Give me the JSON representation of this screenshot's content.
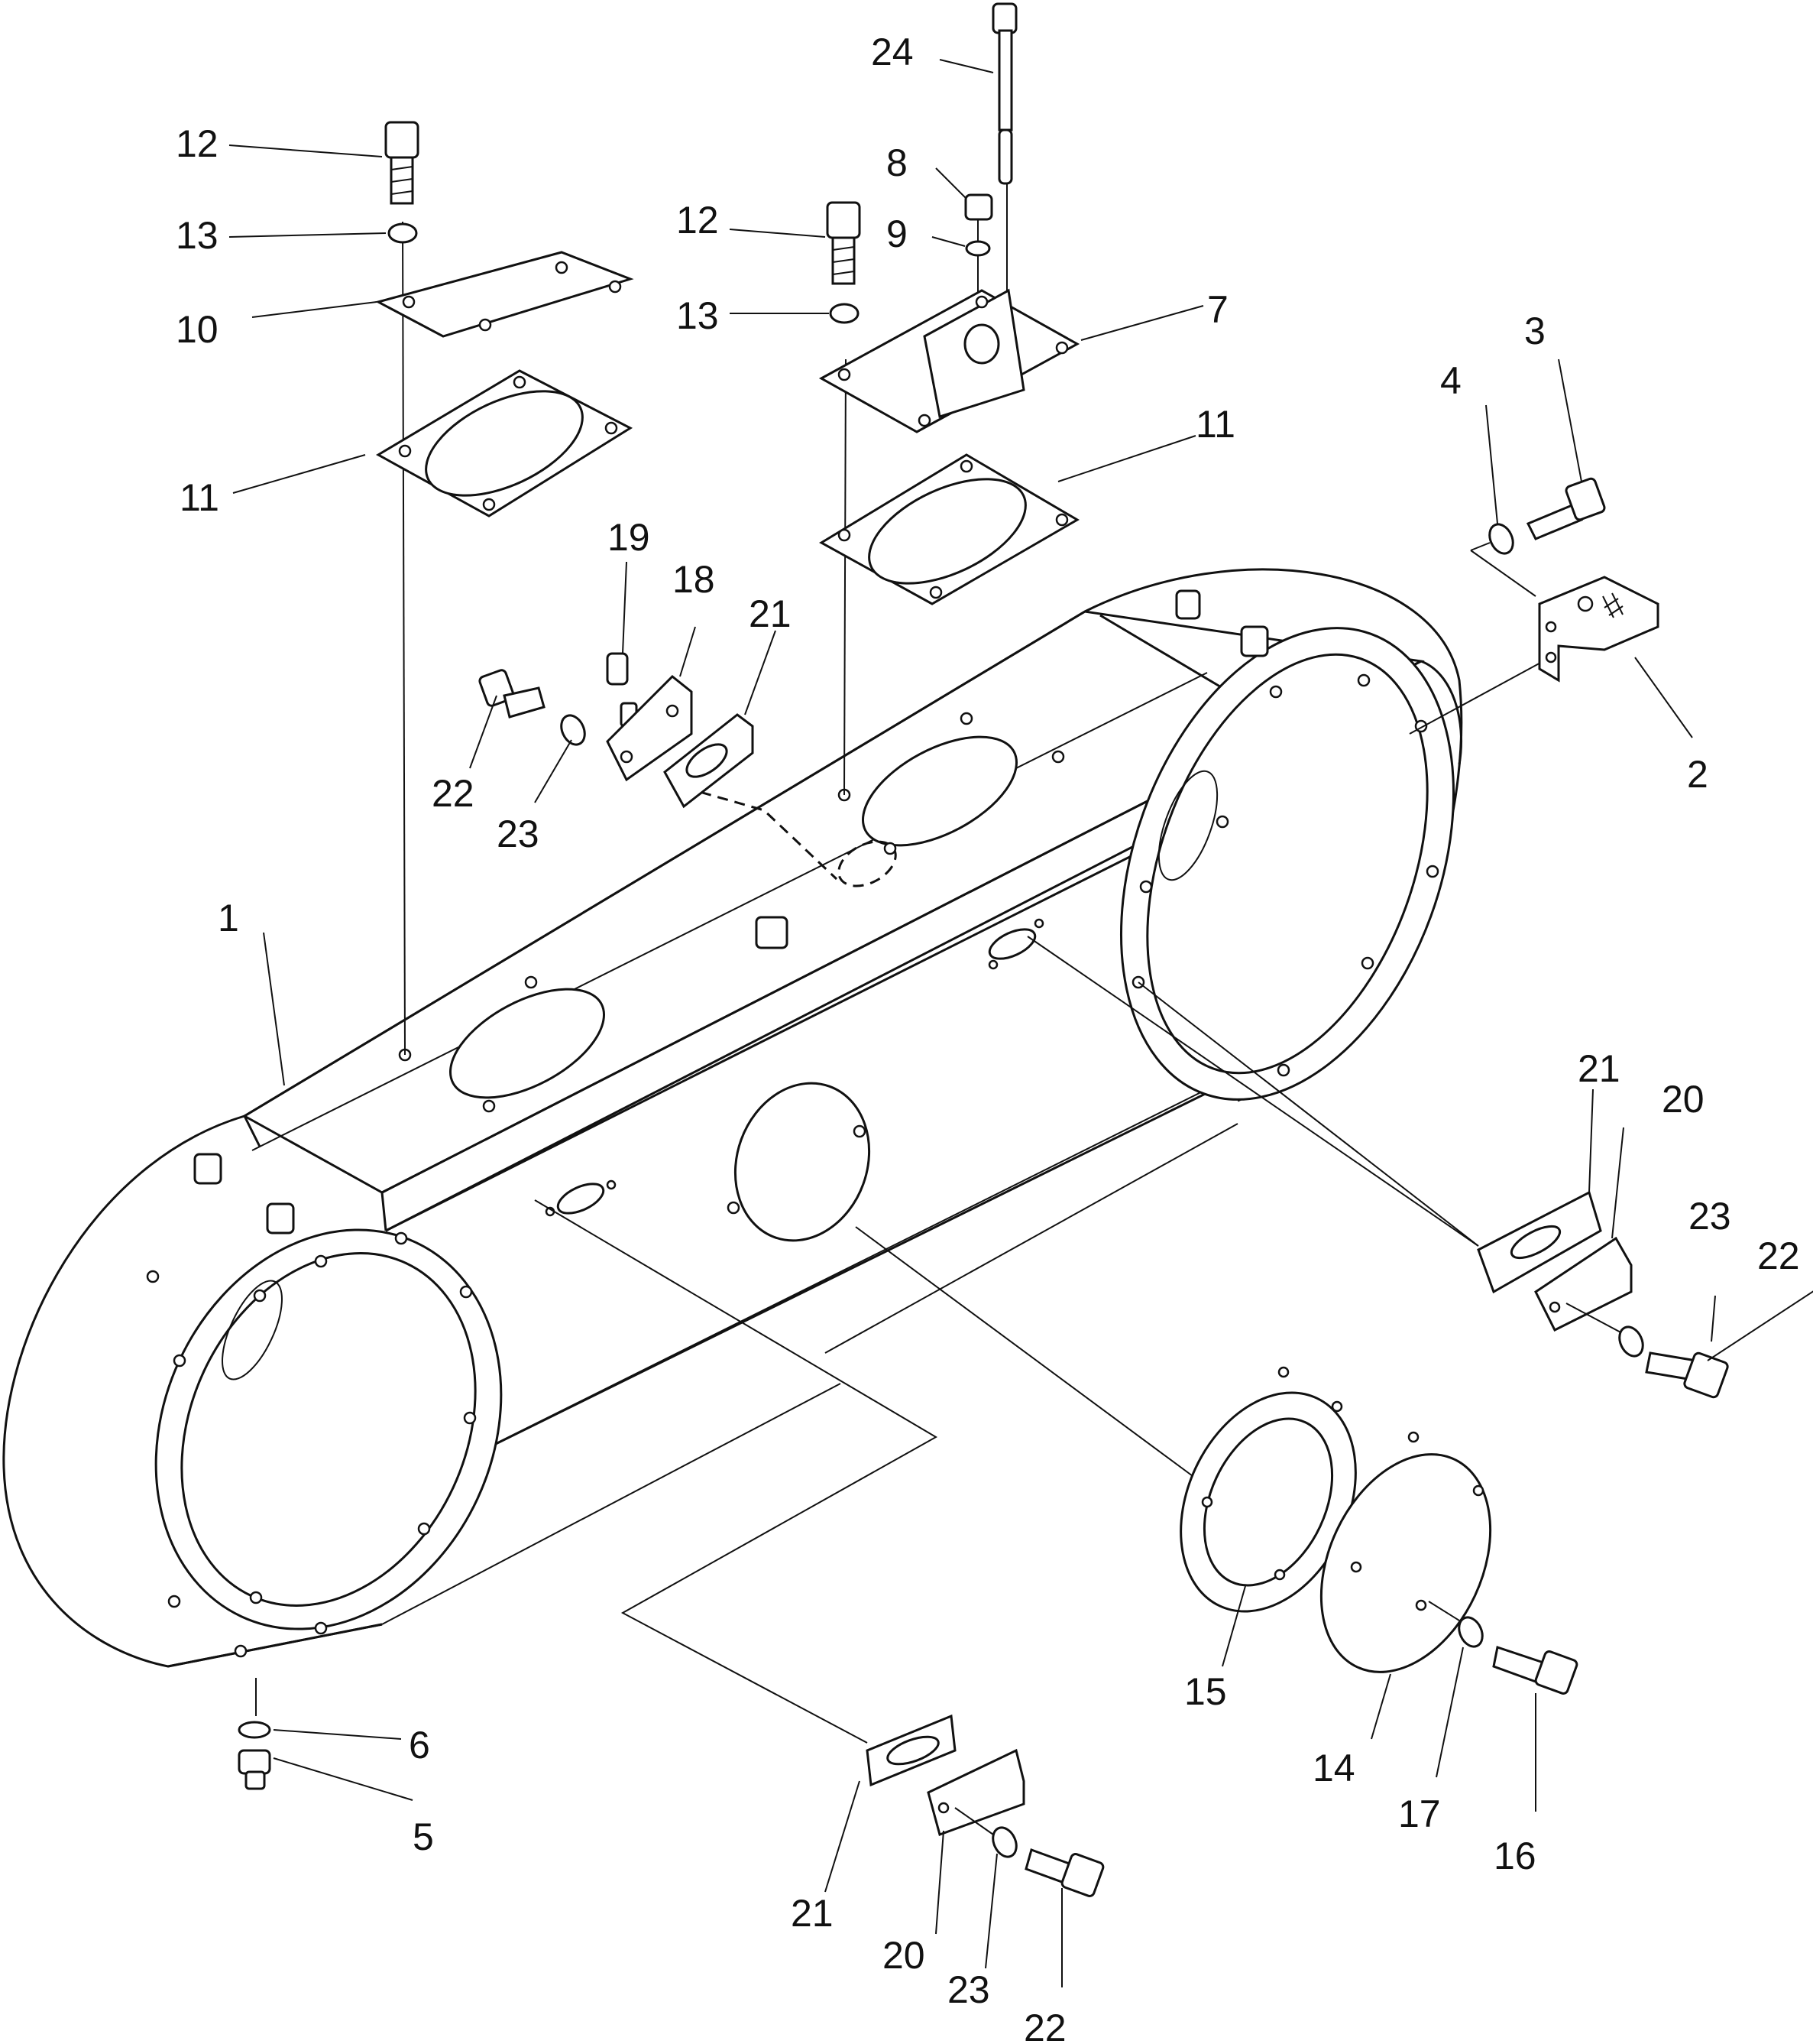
{
  "labels": {
    "l1": "1",
    "l2": "2",
    "l3": "3",
    "l4": "4",
    "l5": "5",
    "l6": "6",
    "l7": "7",
    "l8": "8",
    "l9": "9",
    "l10": "10",
    "l11a": "11",
    "l11b": "11",
    "l12a": "12",
    "l12b": "12",
    "l13a": "13",
    "l13b": "13",
    "l14": "14",
    "l15": "15",
    "l16": "16",
    "l17": "17",
    "l18": "18",
    "l19": "19",
    "l20a": "20",
    "l20b": "20",
    "l21a": "21",
    "l21b": "21",
    "l21c": "21",
    "l22a": "22",
    "l22b": "22",
    "l22c": "22",
    "l23a": "23",
    "l23b": "23",
    "l23c": "23",
    "l24": "24"
  }
}
